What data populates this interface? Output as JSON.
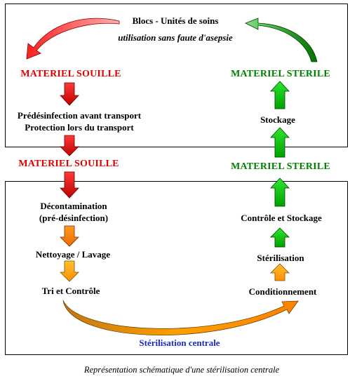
{
  "header": {
    "title": "Blocs  -  Unités de soins",
    "subtitle": "utilisation sans faute d'asepsie"
  },
  "left": {
    "soiled_top": "MATERIEL SOUILLE",
    "transport_line1": "Prédésinfection avant transport",
    "transport_line2": "Protection lors du transport",
    "soiled_mid": "MATERIEL SOUILLE",
    "decontam_line1": "Décontamination",
    "decontam_line2": "(pré-désinfection)",
    "wash": "Nettoyage / Lavage",
    "sort": "Tri et Contrôle"
  },
  "right": {
    "sterile_top": "MATERIEL STERILE",
    "storage": "Stockage",
    "sterile_mid": "MATERIEL STERILE",
    "control_storage": "Contrôle et Stockage",
    "sterilization": "Stérilisation",
    "packaging": "Conditionnement"
  },
  "footer": {
    "center_label": "Stérilisation centrale",
    "caption": "Représentation schématique d'une stérilisation centrale"
  },
  "colors": {
    "red": "#e00000",
    "orange": "#ff8a00",
    "dark_orange": "#f06a00",
    "light_orange": "#ffa800",
    "green": "#00c000",
    "dark_green": "#008000",
    "blue": "#1a28c8"
  }
}
